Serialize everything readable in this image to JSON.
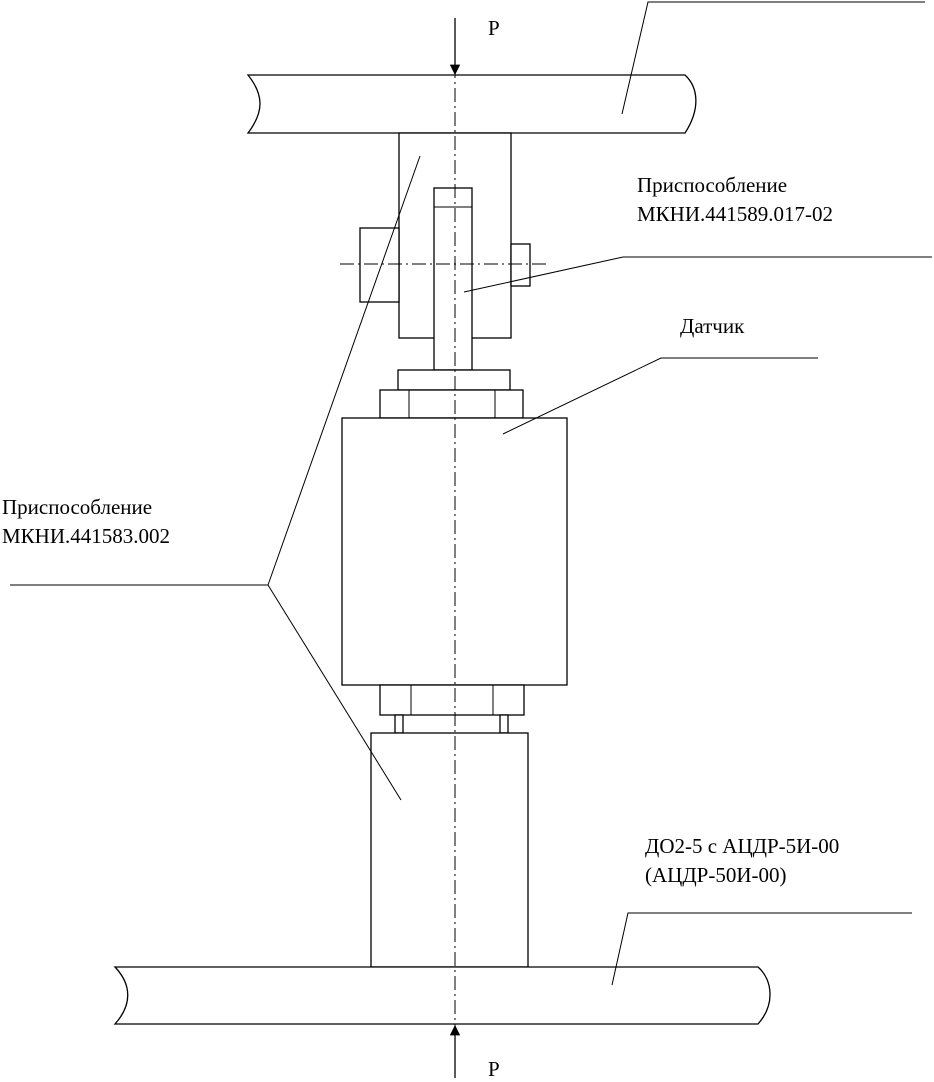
{
  "force_top": "P",
  "force_bottom": "P",
  "labels": {
    "fixture_top_line1": "Приспособление",
    "fixture_top_line2": "МКНИ.441589.017-02",
    "sensor": "Датчик",
    "fixture_left_line1": "Приспособление",
    "fixture_left_line2": "МКНИ.441583.002",
    "machine_line1": "ДО2-5 с АЦДР-5И-00",
    "machine_line2": "(АЦДР-50И-00)"
  }
}
